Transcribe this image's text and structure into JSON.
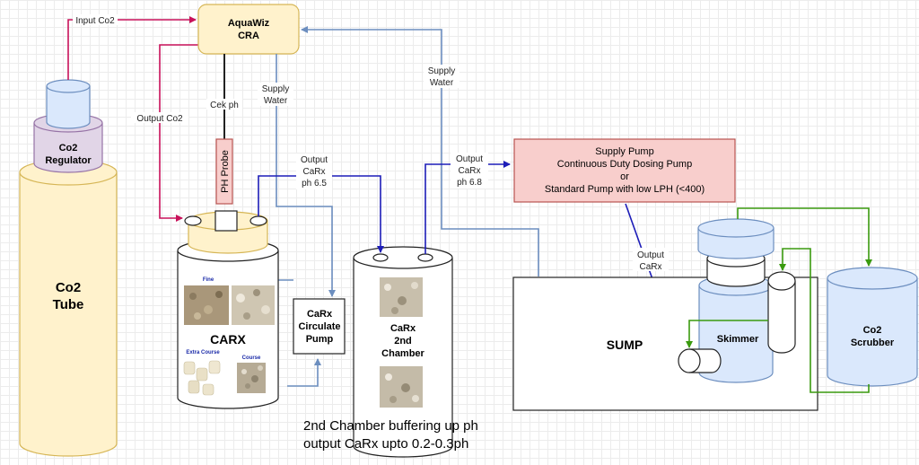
{
  "colors": {
    "co2_line": "#c8115a",
    "water_line": "#6c8ebf",
    "carx_line": "#1d1db8",
    "skimmer_line": "#3a9a0e",
    "yellow_fill": "#fff2cc",
    "yellow_stroke": "#d6b656",
    "purple_fill": "#e1d5e7",
    "blue_fill": "#dae8fc",
    "red_fill": "#f8cecc",
    "red_stroke": "#b85450"
  },
  "nodes": {
    "co2_tube": {
      "line1": "Co2",
      "line2": "Tube"
    },
    "co2_regulator": {
      "line1": "Co2",
      "line2": "Regulator"
    },
    "aquawiz": {
      "line1": "AquaWiz",
      "line2": "CRA"
    },
    "ph_probe": {
      "label": "PH Probe"
    },
    "carx": {
      "label": "CARX",
      "fine_label": "Fine",
      "extra_course_label": "Extra Course",
      "course_label": "Course"
    },
    "circulate_pump": {
      "line1": "CaRx",
      "line2": "Circulate",
      "line3": "Pump"
    },
    "second_chamber": {
      "line1": "CaRx",
      "line2": "2nd",
      "line3": "Chamber"
    },
    "supply_pump": {
      "line1": "Supply Pump",
      "line2": "Continuous Duty Dosing Pump",
      "line3": "or",
      "line4": "Standard Pump with low LPH (<400)"
    },
    "sump": {
      "label": "SUMP"
    },
    "skimmer": {
      "label": "Skimmer"
    },
    "co2_scrubber": {
      "line1": "Co2",
      "line2": "Scrubber"
    }
  },
  "edge_labels": {
    "input_co2": "Input Co2",
    "output_co2": "Output Co2",
    "cek_ph": "Cek ph",
    "supply_water_left": {
      "line1": "Supply",
      "line2": "Water"
    },
    "supply_water_right": {
      "line1": "Supply",
      "line2": "Water"
    },
    "output_carx_65": {
      "line1": "Output",
      "line2": "CaRx",
      "line3": "ph 6.5"
    },
    "output_carx_68": {
      "line1": "Output",
      "line2": "CaRx",
      "line3": "ph 6.8"
    },
    "output_carx_pump": {
      "line1": "Output",
      "line2": "CaRx"
    }
  },
  "caption": {
    "line1": "2nd Chamber buffering up ph",
    "line2": "output CaRx upto 0.2-0.3ph"
  }
}
